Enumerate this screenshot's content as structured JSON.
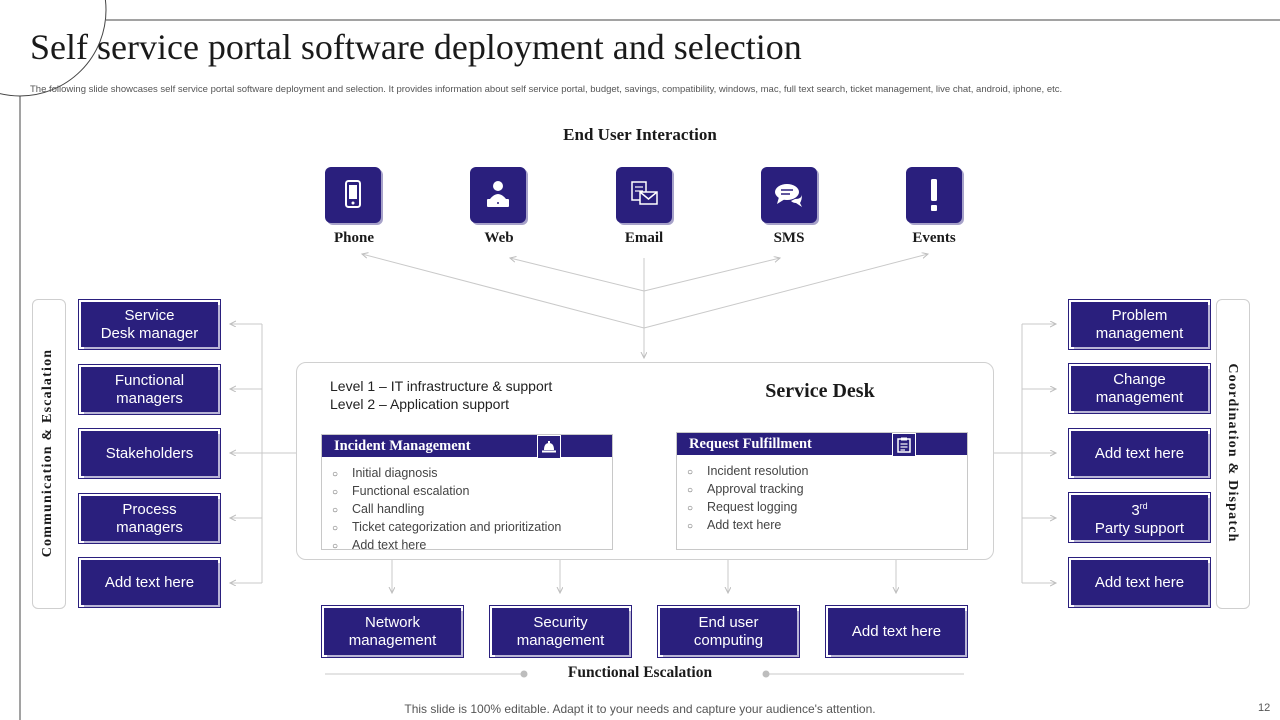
{
  "slide": {
    "title": "Self service portal software deployment and selection",
    "subtitle": "The following slide showcases self service portal software deployment and selection. It provides information about self service portal, budget, savings, compatibility, windows, mac, full text search, ticket management,  live chat, android, iphone, etc.",
    "footer": "This slide is 100% editable. Adapt it to your needs and capture your audience's attention.",
    "page_number": "12"
  },
  "colors": {
    "primary": "#2a1f7d",
    "shadow": "#b9b5d6",
    "line": "#c9c9c9"
  },
  "end_user": {
    "heading": "End User Interaction",
    "channels": [
      {
        "label": "Phone",
        "icon": "phone-icon"
      },
      {
        "label": "Web",
        "icon": "user-at-laptop-icon"
      },
      {
        "label": "Email",
        "icon": "email-icon"
      },
      {
        "label": "SMS",
        "icon": "chat-bubbles-icon"
      },
      {
        "label": "Events",
        "icon": "exclamation-icon"
      }
    ]
  },
  "left_panel": {
    "label": "Communication & Escalation",
    "items": [
      {
        "line1": "Service",
        "line2": "Desk manager"
      },
      {
        "line1": "Functional",
        "line2": "managers"
      },
      {
        "line1": "Stakeholders",
        "line2": ""
      },
      {
        "line1": "Process",
        "line2": "managers"
      },
      {
        "line1": "Add text here",
        "line2": ""
      }
    ]
  },
  "right_panel": {
    "label": "Coordination & Dispatch",
    "items": [
      {
        "line1": "Problem",
        "line2": "management"
      },
      {
        "line1": "Change",
        "line2": "management"
      },
      {
        "line1": "Add text here",
        "line2": ""
      },
      {
        "line1": "3",
        "sup": "rd",
        "line2": "Party support"
      },
      {
        "line1": "Add text here",
        "line2": ""
      }
    ]
  },
  "service_desk": {
    "title": "Service Desk",
    "level1": "Level 1 – IT infrastructure & support",
    "level2": "Level 2 – Application support",
    "incident": {
      "title": "Incident Management",
      "icon": "desk-bell-icon",
      "items": [
        "Initial diagnosis",
        "Functional escalation",
        "Call handling",
        "Ticket categorization and prioritization",
        "Add text here"
      ]
    },
    "request": {
      "title": "Request Fulfillment",
      "icon": "clipboard-icon",
      "items": [
        "Incident resolution",
        "Approval  tracking",
        "Request logging",
        "Add text here"
      ]
    }
  },
  "functional": {
    "label": "Functional Escalation",
    "items": [
      {
        "line1": "Network",
        "line2": "management"
      },
      {
        "line1": "Security",
        "line2": "management"
      },
      {
        "line1": "End user",
        "line2": "computing"
      },
      {
        "line1": "Add text here",
        "line2": ""
      }
    ]
  }
}
